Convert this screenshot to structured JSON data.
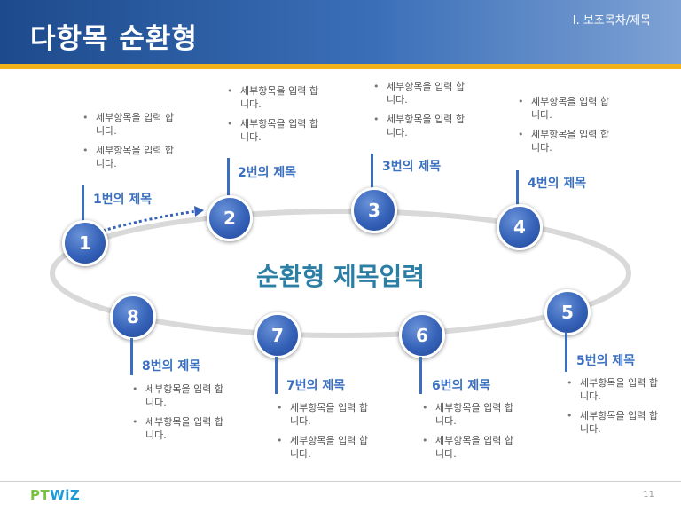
{
  "header": {
    "title": "다항목 순환형",
    "subtitle": "I. 보조목차/제목"
  },
  "center_title": "순환형 제목입력",
  "nodes": [
    {
      "num": "1",
      "label": "1번의 제목",
      "bullets": [
        "세부항목을 입력 합니다.",
        "세부항목을 입력 합니다."
      ]
    },
    {
      "num": "2",
      "label": "2번의 제목",
      "bullets": [
        "세부항목을 입력 합니다.",
        "세부항목을 입력 합니다."
      ]
    },
    {
      "num": "3",
      "label": "3번의 제목",
      "bullets": [
        "세부항목을 입력 합니다.",
        "세부항목을 입력 합니다."
      ]
    },
    {
      "num": "4",
      "label": "4번의 제목",
      "bullets": [
        "세부항목을 입력 합니다.",
        "세부항목을 입력 합니다."
      ]
    },
    {
      "num": "5",
      "label": "5번의 제목",
      "bullets": [
        "세부항목을 입력 합니다.",
        "세부항목을 입력 합니다."
      ]
    },
    {
      "num": "6",
      "label": "6번의 제목",
      "bullets": [
        "세부항목을 입력 합니다.",
        "세부항목을 입력 합니다."
      ]
    },
    {
      "num": "7",
      "label": "7번의 제목",
      "bullets": [
        "세부항목을 입력 합니다.",
        "세부항목을 입력 합니다."
      ]
    },
    {
      "num": "8",
      "label": "8번의 제목",
      "bullets": [
        "세부항목을 입력 합니다.",
        "세부항목을 입력 합니다."
      ]
    }
  ],
  "footer": {
    "logo_pt": "PT",
    "logo_wiz": "WiZ",
    "page": "11"
  },
  "colors": {
    "header": "#1d4a8c",
    "accent_bar": "#f3b21a",
    "node": "#3562b8",
    "label": "#3a6fc0",
    "center_text": "#2b7fa5"
  }
}
